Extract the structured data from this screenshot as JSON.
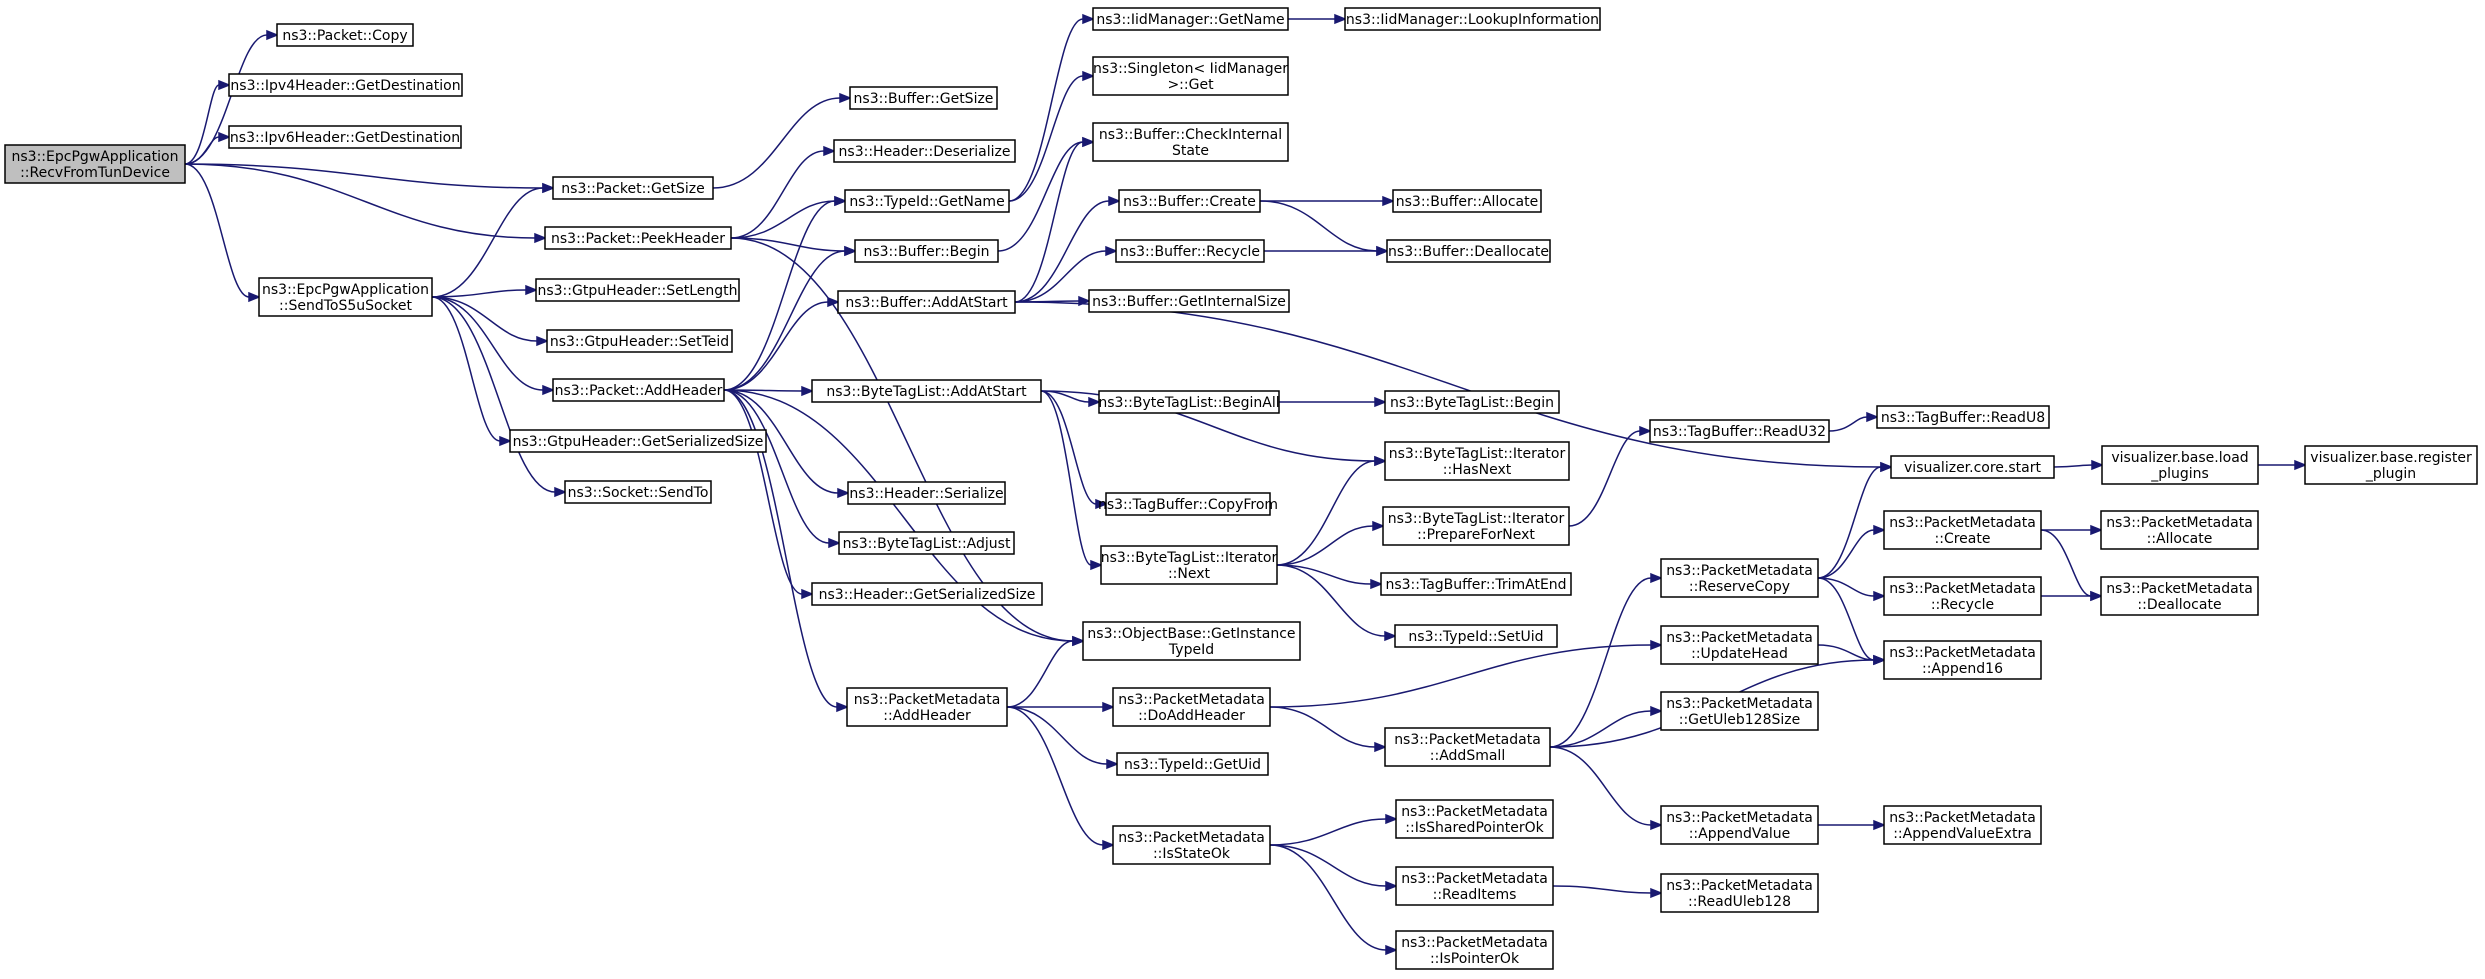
{
  "diagram": {
    "nodes": [
      {
        "id": "n0",
        "label": [
          "ns3::EpcPgwApplication",
          "::RecvFromTunDevice"
        ],
        "root": true
      },
      {
        "id": "n1",
        "label": [
          "ns3::Packet::Copy"
        ]
      },
      {
        "id": "n2",
        "label": [
          "ns3::Ipv4Header::GetDestination"
        ]
      },
      {
        "id": "n3",
        "label": [
          "ns3::Ipv6Header::GetDestination"
        ]
      },
      {
        "id": "n4",
        "label": [
          "ns3::Packet::GetSize"
        ]
      },
      {
        "id": "n5",
        "label": [
          "ns3::Packet::PeekHeader"
        ]
      },
      {
        "id": "n6",
        "label": [
          "ns3::EpcPgwApplication",
          "::SendToS5uSocket"
        ]
      },
      {
        "id": "n7",
        "label": [
          "ns3::Buffer::GetSize"
        ]
      },
      {
        "id": "n8",
        "label": [
          "ns3::Header::Deserialize"
        ]
      },
      {
        "id": "n9",
        "label": [
          "ns3::TypeId::GetName"
        ]
      },
      {
        "id": "n10",
        "label": [
          "ns3::Buffer::Begin"
        ]
      },
      {
        "id": "n11",
        "label": [
          "ns3::ObjectBase::GetInstance",
          "TypeId"
        ]
      },
      {
        "id": "n12",
        "label": [
          "ns3::IidManager::GetName"
        ]
      },
      {
        "id": "n13",
        "label": [
          "ns3::Singleton< IidManager",
          " >::Get"
        ]
      },
      {
        "id": "n14",
        "label": [
          "ns3::IidManager::LookupInformation"
        ]
      },
      {
        "id": "n15",
        "label": [
          "ns3::Buffer::CheckInternal",
          "State"
        ]
      },
      {
        "id": "n16",
        "label": [
          "ns3::GtpuHeader::SetLength"
        ]
      },
      {
        "id": "n17",
        "label": [
          "ns3::GtpuHeader::SetTeid"
        ]
      },
      {
        "id": "n18",
        "label": [
          "ns3::Packet::AddHeader"
        ]
      },
      {
        "id": "n19",
        "label": [
          "ns3::GtpuHeader::GetSerializedSize"
        ]
      },
      {
        "id": "n20",
        "label": [
          "ns3::Socket::SendTo"
        ]
      },
      {
        "id": "n21",
        "label": [
          "ns3::Buffer::AddAtStart"
        ]
      },
      {
        "id": "n22",
        "label": [
          "ns3::ByteTagList::AddAtStart"
        ]
      },
      {
        "id": "n23",
        "label": [
          "ns3::Header::Serialize"
        ]
      },
      {
        "id": "n24",
        "label": [
          "ns3::ByteTagList::Adjust"
        ]
      },
      {
        "id": "n25",
        "label": [
          "ns3::Header::GetSerializedSize"
        ]
      },
      {
        "id": "n26",
        "label": [
          "ns3::PacketMetadata",
          "::AddHeader"
        ]
      },
      {
        "id": "n27",
        "label": [
          "ns3::Buffer::Create"
        ]
      },
      {
        "id": "n28",
        "label": [
          "ns3::Buffer::Recycle"
        ]
      },
      {
        "id": "n29",
        "label": [
          "ns3::Buffer::GetInternalSize"
        ]
      },
      {
        "id": "n30",
        "label": [
          "visualizer.core.start"
        ]
      },
      {
        "id": "n31",
        "label": [
          "ns3::Buffer::Allocate"
        ]
      },
      {
        "id": "n32",
        "label": [
          "ns3::Buffer::Deallocate"
        ]
      },
      {
        "id": "n33",
        "label": [
          "ns3::ByteTagList::BeginAll"
        ]
      },
      {
        "id": "n34",
        "label": [
          "ns3::ByteTagList::Iterator",
          "::HasNext"
        ]
      },
      {
        "id": "n35",
        "label": [
          "ns3::TagBuffer::CopyFrom"
        ]
      },
      {
        "id": "n36",
        "label": [
          "ns3::ByteTagList::Iterator",
          "::Next"
        ]
      },
      {
        "id": "n37",
        "label": [
          "ns3::ByteTagList::Begin"
        ]
      },
      {
        "id": "n38",
        "label": [
          "ns3::ByteTagList::Iterator",
          "::PrepareForNext"
        ]
      },
      {
        "id": "n39",
        "label": [
          "ns3::TagBuffer::TrimAtEnd"
        ]
      },
      {
        "id": "n40",
        "label": [
          "ns3::TypeId::SetUid"
        ]
      },
      {
        "id": "n41",
        "label": [
          "ns3::TagBuffer::ReadU32"
        ]
      },
      {
        "id": "n42",
        "label": [
          "ns3::TagBuffer::ReadU8"
        ]
      },
      {
        "id": "n43",
        "label": [
          "visualizer.base.load",
          "_plugins"
        ]
      },
      {
        "id": "n44",
        "label": [
          "visualizer.base.register",
          "_plugin"
        ]
      },
      {
        "id": "n45",
        "label": [
          "ns3::PacketMetadata",
          "::DoAddHeader"
        ]
      },
      {
        "id": "n46",
        "label": [
          "ns3::TypeId::GetUid"
        ]
      },
      {
        "id": "n47",
        "label": [
          "ns3::PacketMetadata",
          "::IsStateOk"
        ]
      },
      {
        "id": "n48",
        "label": [
          "ns3::PacketMetadata",
          "::UpdateHead"
        ]
      },
      {
        "id": "n49",
        "label": [
          "ns3::PacketMetadata",
          "::AddSmall"
        ]
      },
      {
        "id": "n50",
        "label": [
          "ns3::PacketMetadata",
          "::ReserveCopy"
        ]
      },
      {
        "id": "n51",
        "label": [
          "ns3::PacketMetadata",
          "::GetUleb128Size"
        ]
      },
      {
        "id": "n52",
        "label": [
          "ns3::PacketMetadata",
          "::AppendValue"
        ]
      },
      {
        "id": "n53",
        "label": [
          "ns3::PacketMetadata",
          "::Create"
        ]
      },
      {
        "id": "n54",
        "label": [
          "ns3::PacketMetadata",
          "::Recycle"
        ]
      },
      {
        "id": "n55",
        "label": [
          "ns3::PacketMetadata",
          "::Append16"
        ]
      },
      {
        "id": "n56",
        "label": [
          "ns3::PacketMetadata",
          "::Allocate"
        ]
      },
      {
        "id": "n57",
        "label": [
          "ns3::PacketMetadata",
          "::Deallocate"
        ]
      },
      {
        "id": "n58",
        "label": [
          "ns3::PacketMetadata",
          "::AppendValueExtra"
        ]
      },
      {
        "id": "n59",
        "label": [
          "ns3::PacketMetadata",
          "::IsSharedPointerOk"
        ]
      },
      {
        "id": "n60",
        "label": [
          "ns3::PacketMetadata",
          "::ReadItems"
        ]
      },
      {
        "id": "n61",
        "label": [
          "ns3::PacketMetadata",
          "::IsPointerOk"
        ]
      },
      {
        "id": "n62",
        "label": [
          "ns3::PacketMetadata",
          "::ReadUleb128"
        ]
      }
    ],
    "edges": [
      [
        "n0",
        "n1"
      ],
      [
        "n0",
        "n2"
      ],
      [
        "n0",
        "n3"
      ],
      [
        "n0",
        "n4"
      ],
      [
        "n0",
        "n5"
      ],
      [
        "n0",
        "n6"
      ],
      [
        "n4",
        "n7"
      ],
      [
        "n5",
        "n8"
      ],
      [
        "n5",
        "n9"
      ],
      [
        "n5",
        "n10"
      ],
      [
        "n5",
        "n11"
      ],
      [
        "n6",
        "n4"
      ],
      [
        "n6",
        "n16"
      ],
      [
        "n6",
        "n17"
      ],
      [
        "n6",
        "n18"
      ],
      [
        "n6",
        "n19"
      ],
      [
        "n6",
        "n20"
      ],
      [
        "n9",
        "n12"
      ],
      [
        "n9",
        "n13"
      ],
      [
        "n12",
        "n14"
      ],
      [
        "n10",
        "n15"
      ],
      [
        "n18",
        "n10"
      ],
      [
        "n18",
        "n9"
      ],
      [
        "n18",
        "n21"
      ],
      [
        "n18",
        "n22"
      ],
      [
        "n18",
        "n23"
      ],
      [
        "n18",
        "n24"
      ],
      [
        "n18",
        "n25"
      ],
      [
        "n18",
        "n26"
      ],
      [
        "n18",
        "n11"
      ],
      [
        "n21",
        "n15"
      ],
      [
        "n21",
        "n27"
      ],
      [
        "n21",
        "n28"
      ],
      [
        "n21",
        "n29"
      ],
      [
        "n21",
        "n30"
      ],
      [
        "n27",
        "n31"
      ],
      [
        "n27",
        "n32"
      ],
      [
        "n28",
        "n32"
      ],
      [
        "n22",
        "n33"
      ],
      [
        "n22",
        "n34"
      ],
      [
        "n22",
        "n35"
      ],
      [
        "n22",
        "n36"
      ],
      [
        "n33",
        "n37"
      ],
      [
        "n36",
        "n34"
      ],
      [
        "n36",
        "n38"
      ],
      [
        "n36",
        "n39"
      ],
      [
        "n36",
        "n40"
      ],
      [
        "n38",
        "n41"
      ],
      [
        "n41",
        "n42"
      ],
      [
        "n30",
        "n43"
      ],
      [
        "n43",
        "n44"
      ],
      [
        "n26",
        "n11"
      ],
      [
        "n26",
        "n45"
      ],
      [
        "n26",
        "n46"
      ],
      [
        "n26",
        "n47"
      ],
      [
        "n45",
        "n48"
      ],
      [
        "n45",
        "n49"
      ],
      [
        "n48",
        "n55"
      ],
      [
        "n49",
        "n50"
      ],
      [
        "n49",
        "n51"
      ],
      [
        "n49",
        "n55"
      ],
      [
        "n49",
        "n52"
      ],
      [
        "n50",
        "n30"
      ],
      [
        "n50",
        "n53"
      ],
      [
        "n50",
        "n54"
      ],
      [
        "n50",
        "n55"
      ],
      [
        "n53",
        "n56"
      ],
      [
        "n53",
        "n57"
      ],
      [
        "n54",
        "n57"
      ],
      [
        "n52",
        "n58"
      ],
      [
        "n47",
        "n59"
      ],
      [
        "n47",
        "n60"
      ],
      [
        "n47",
        "n61"
      ],
      [
        "n60",
        "n62"
      ]
    ]
  }
}
